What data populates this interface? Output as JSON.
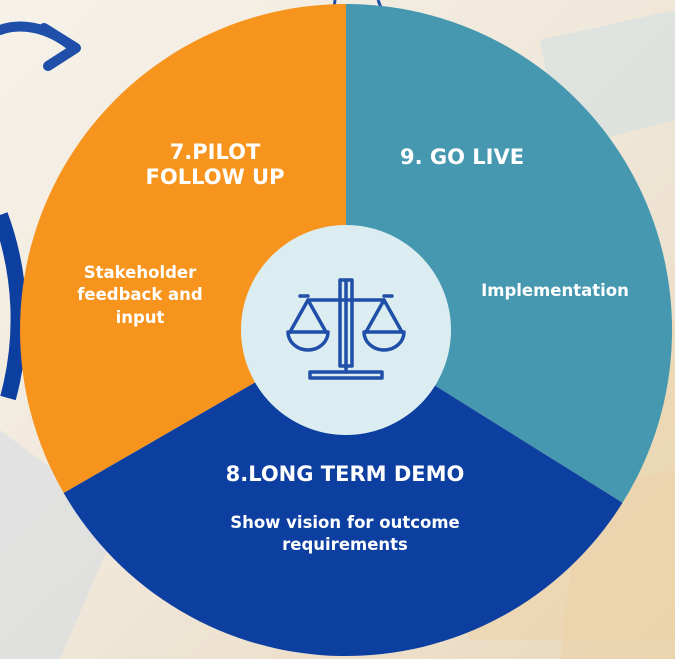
{
  "segments": [
    {
      "id": "pilot",
      "title": "7.PILOT\nFOLLOW UP",
      "description": "Stakeholder\nfeedback and\ninput",
      "color": "#f7941d"
    },
    {
      "id": "golive",
      "title": "9. GO LIVE",
      "description": "Implementation",
      "color": "#4598b0"
    },
    {
      "id": "demo",
      "title": "8.LONG TERM DEMO",
      "description": "Show vision for outcome\nrequirements",
      "color": "#0d3fa0"
    }
  ],
  "center": {
    "icon": "balance-scale-icon",
    "fill": "#dcedf1",
    "icon_color": "#1f4fa8"
  },
  "decor": {
    "arrow_icon": "curved-arrow-icon",
    "arrow_color": "#1f4fa8",
    "string_color": "#1f4fa8"
  }
}
